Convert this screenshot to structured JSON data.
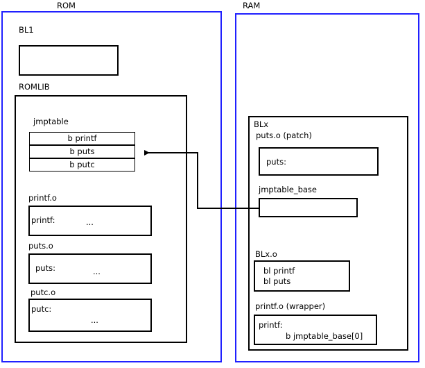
{
  "diagram": {
    "title": "ROMLIB jump table patching diagram",
    "colors": {
      "region_border": "#2020ff",
      "box_border": "#000000",
      "background": "#ffffff",
      "text": "#000000"
    },
    "regions": [
      {
        "id": "rom",
        "title": "ROM"
      },
      {
        "id": "ram",
        "title": "RAM"
      }
    ],
    "rom": {
      "title": "ROM",
      "bl1": {
        "label": "BL1",
        "body": ""
      },
      "romlib": {
        "label": "ROMLIB",
        "jmptable": {
          "label": "jmptable",
          "entries": [
            "b printf",
            "b puts",
            "b putc"
          ]
        },
        "objects": [
          {
            "label": "printf.o",
            "symbol": "printf:",
            "body": "..."
          },
          {
            "label": "puts.o",
            "symbol": "puts:",
            "body": "..."
          },
          {
            "label": "putc.o",
            "symbol": "putc:",
            "body": "..."
          }
        ]
      }
    },
    "ram": {
      "title": "RAM",
      "blx": {
        "label": "BLx",
        "patch": {
          "label": "puts.o (patch)",
          "symbol": "puts:"
        },
        "jmptable_base": {
          "label": "jmptable_base",
          "body": ""
        },
        "blx_o": {
          "label": "BLx.o",
          "lines": [
            "bl printf",
            "bl puts"
          ]
        },
        "wrapper": {
          "label": "printf.o (wrapper)",
          "symbol": "printf:",
          "instruction": "b jmptable_base[0]"
        }
      }
    },
    "connector": {
      "name": "jmptable-base-to-b-puts-arrow",
      "from": "jmptable_base",
      "to": "b puts"
    }
  }
}
